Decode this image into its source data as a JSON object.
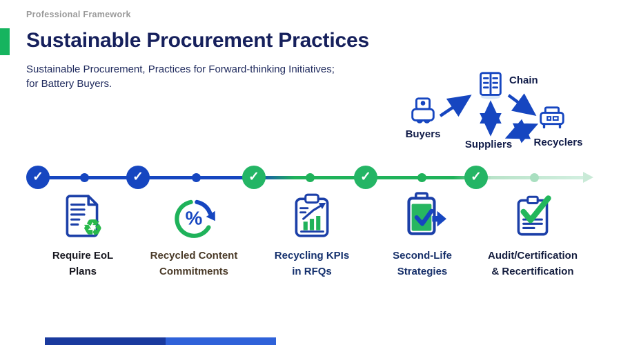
{
  "header": {
    "eyebrow": "Professional Framework",
    "title": "Sustainable Procurement Practices",
    "subtitle_line1": "Sustainable Procurement, Practices for Forward-thinking Initiatives;",
    "subtitle_line2": "for Battery Buyers.",
    "accent_color": "#16b45f",
    "title_color": "#16205c",
    "eyebrow_color": "#9a9a9a"
  },
  "network": {
    "arrow_color": "#1646c0",
    "nodes": [
      {
        "id": "buyers",
        "label": "Buyers",
        "icon": "buyer-printer-icon"
      },
      {
        "id": "chain",
        "label": "Chain",
        "icon": "ledger-book-icon"
      },
      {
        "id": "suppliers",
        "label": "Suppliers",
        "icon": null
      },
      {
        "id": "recyclers",
        "label": "Recyclers",
        "icon": "recycler-machine-icon"
      }
    ],
    "edges": [
      {
        "from": "buyers",
        "to": "chain",
        "direction": "one-way"
      },
      {
        "from": "chain",
        "to": "recyclers",
        "direction": "one-way"
      },
      {
        "from": "chain",
        "to": "suppliers",
        "direction": "two-way"
      },
      {
        "from": "suppliers",
        "to": "recyclers",
        "direction": "two-way"
      }
    ]
  },
  "timeline": {
    "check_glyph": "✓",
    "milestone_colors": [
      "blue",
      "blue",
      "green",
      "green",
      "green"
    ],
    "connector_dot_colors": [
      "blue",
      "blue",
      "green",
      "green",
      "faded"
    ],
    "colors": {
      "blue": "#1646c0",
      "green": "#24b565",
      "faded_green": "#b9e3c9"
    },
    "direction": "left-to-right-arrow"
  },
  "features": [
    {
      "label_line1": "Require EoL",
      "label_line2": "Plans",
      "icon": "document-recycle-icon",
      "badge": "♻"
    },
    {
      "label_line1": "Recycled Content",
      "label_line2": "Commitments",
      "icon": "percent-cycle-icon",
      "badge": "%"
    },
    {
      "label_line1": "Recycling KPIs",
      "label_line2": "in RFQs",
      "icon": "kpi-clipboard-icon"
    },
    {
      "label_line1": "Second-Life",
      "label_line2": "Strategies",
      "icon": "battery-reuse-icon"
    },
    {
      "label_line1": "Audit/Certification",
      "label_line2": "& Recertification",
      "icon": "audit-check-clipboard-icon"
    }
  ],
  "footer": {
    "bar_color_left": "#1a3a9e",
    "bar_color_right": "#2f62d9"
  }
}
